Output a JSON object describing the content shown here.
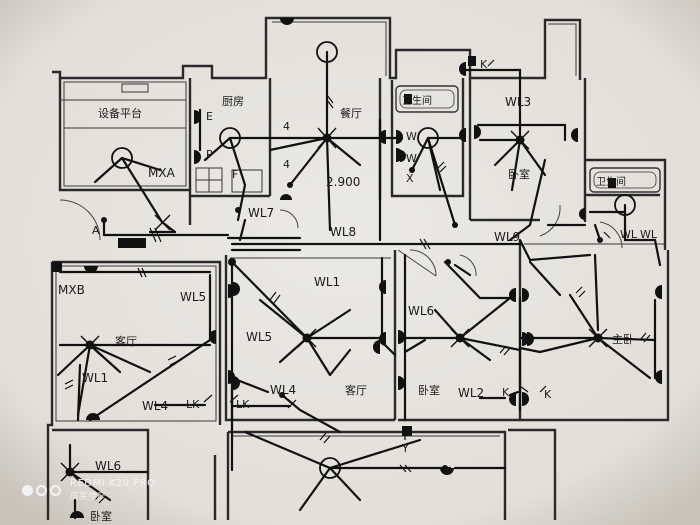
{
  "rooms": {
    "equipment_platform": "设备平台",
    "kitchen": "厨房",
    "dining": "餐厅",
    "bath_top": "卫生间",
    "bedroom_tr": "卧室",
    "bath_right": "卫生间",
    "living_left": "客厅",
    "living_center": "客厅",
    "bedroom_center": "卧室",
    "master_bedroom": "主卧",
    "bedroom_bl": "卧室"
  },
  "circuits": {
    "mxa": "MXA",
    "mxb": "MXB",
    "wl1_a": "WL1",
    "wl1_b": "WL1",
    "wl2": "WL2",
    "wl3": "WL3",
    "wl4_a": "WL4",
    "wl4_b": "WL4",
    "wl5_a": "WL5",
    "wl5_b": "WL5",
    "wl6_a": "WL6",
    "wl6_b": "WL6",
    "wl7": "WL7",
    "wl8": "WL8",
    "wl9": "WL9",
    "wl_pair_a": "WL",
    "wl_pair_b": "WL"
  },
  "marks": {
    "elevation": "2.900",
    "four_a": "4",
    "four_b": "4",
    "e": "E",
    "p": "P",
    "f": "F",
    "a": "A",
    "w1": "W",
    "w2": "W",
    "x": "X",
    "k_top": "K",
    "k1": "K",
    "k2": "K",
    "lk1": "LK",
    "lk2": "LK",
    "y": "Y"
  },
  "watermark": {
    "line1": "REDMI K20 PRO",
    "line2": "房笑楼产"
  }
}
